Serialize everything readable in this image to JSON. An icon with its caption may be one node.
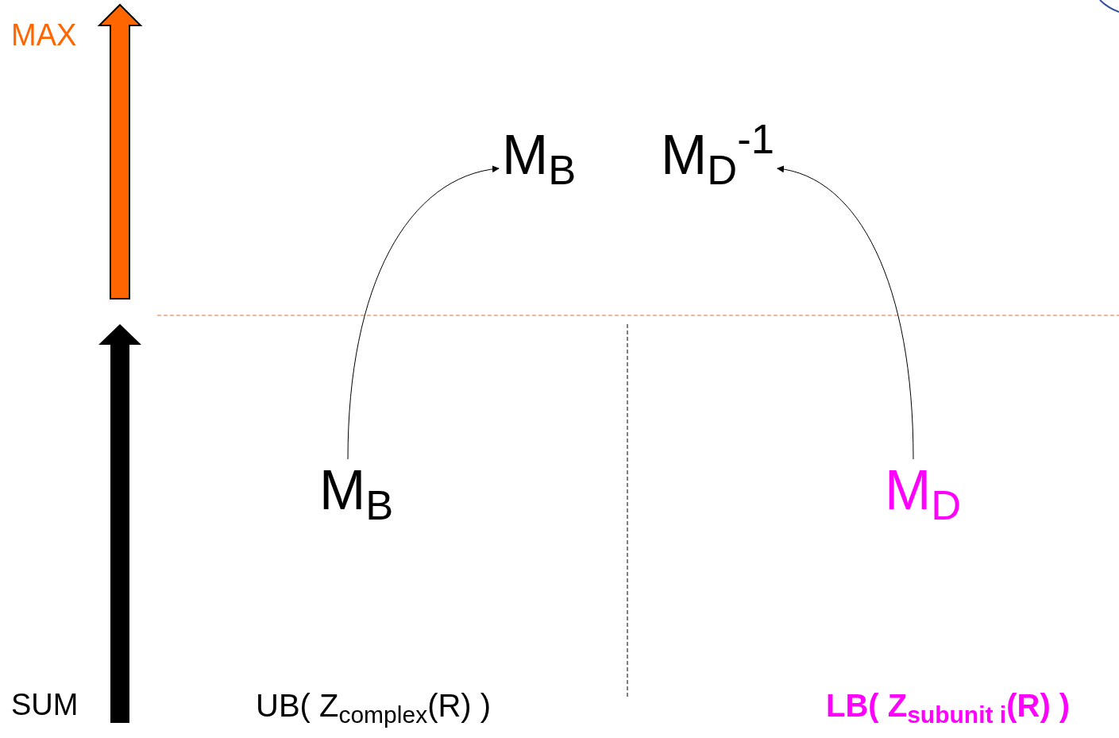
{
  "diagram": {
    "nodes": [
      {
        "text": [
          "M$_{B}$"
        ]
      },
      {
        "text": [
          "M$_{D}$"
        ]
      },
      {
        "text": [
          "M$_{B}$"
        ]
      },
      {
        "text": [
          "M$_{D}$$^{-1}$"
        ]
      }
    ],
    "edges": [
      {
        "from": 0,
        "to": 2,
        "arrow": "to"
      },
      {
        "from": 1,
        "to": 3,
        "arrow": "to"
      }
    ],
    "labels": [
      "MAX",
      "SUM",
      "UB( Z$_{complex}$(R) )",
      "LB( Z$_{subunit i}$(R) )"
    ]
  }
}
